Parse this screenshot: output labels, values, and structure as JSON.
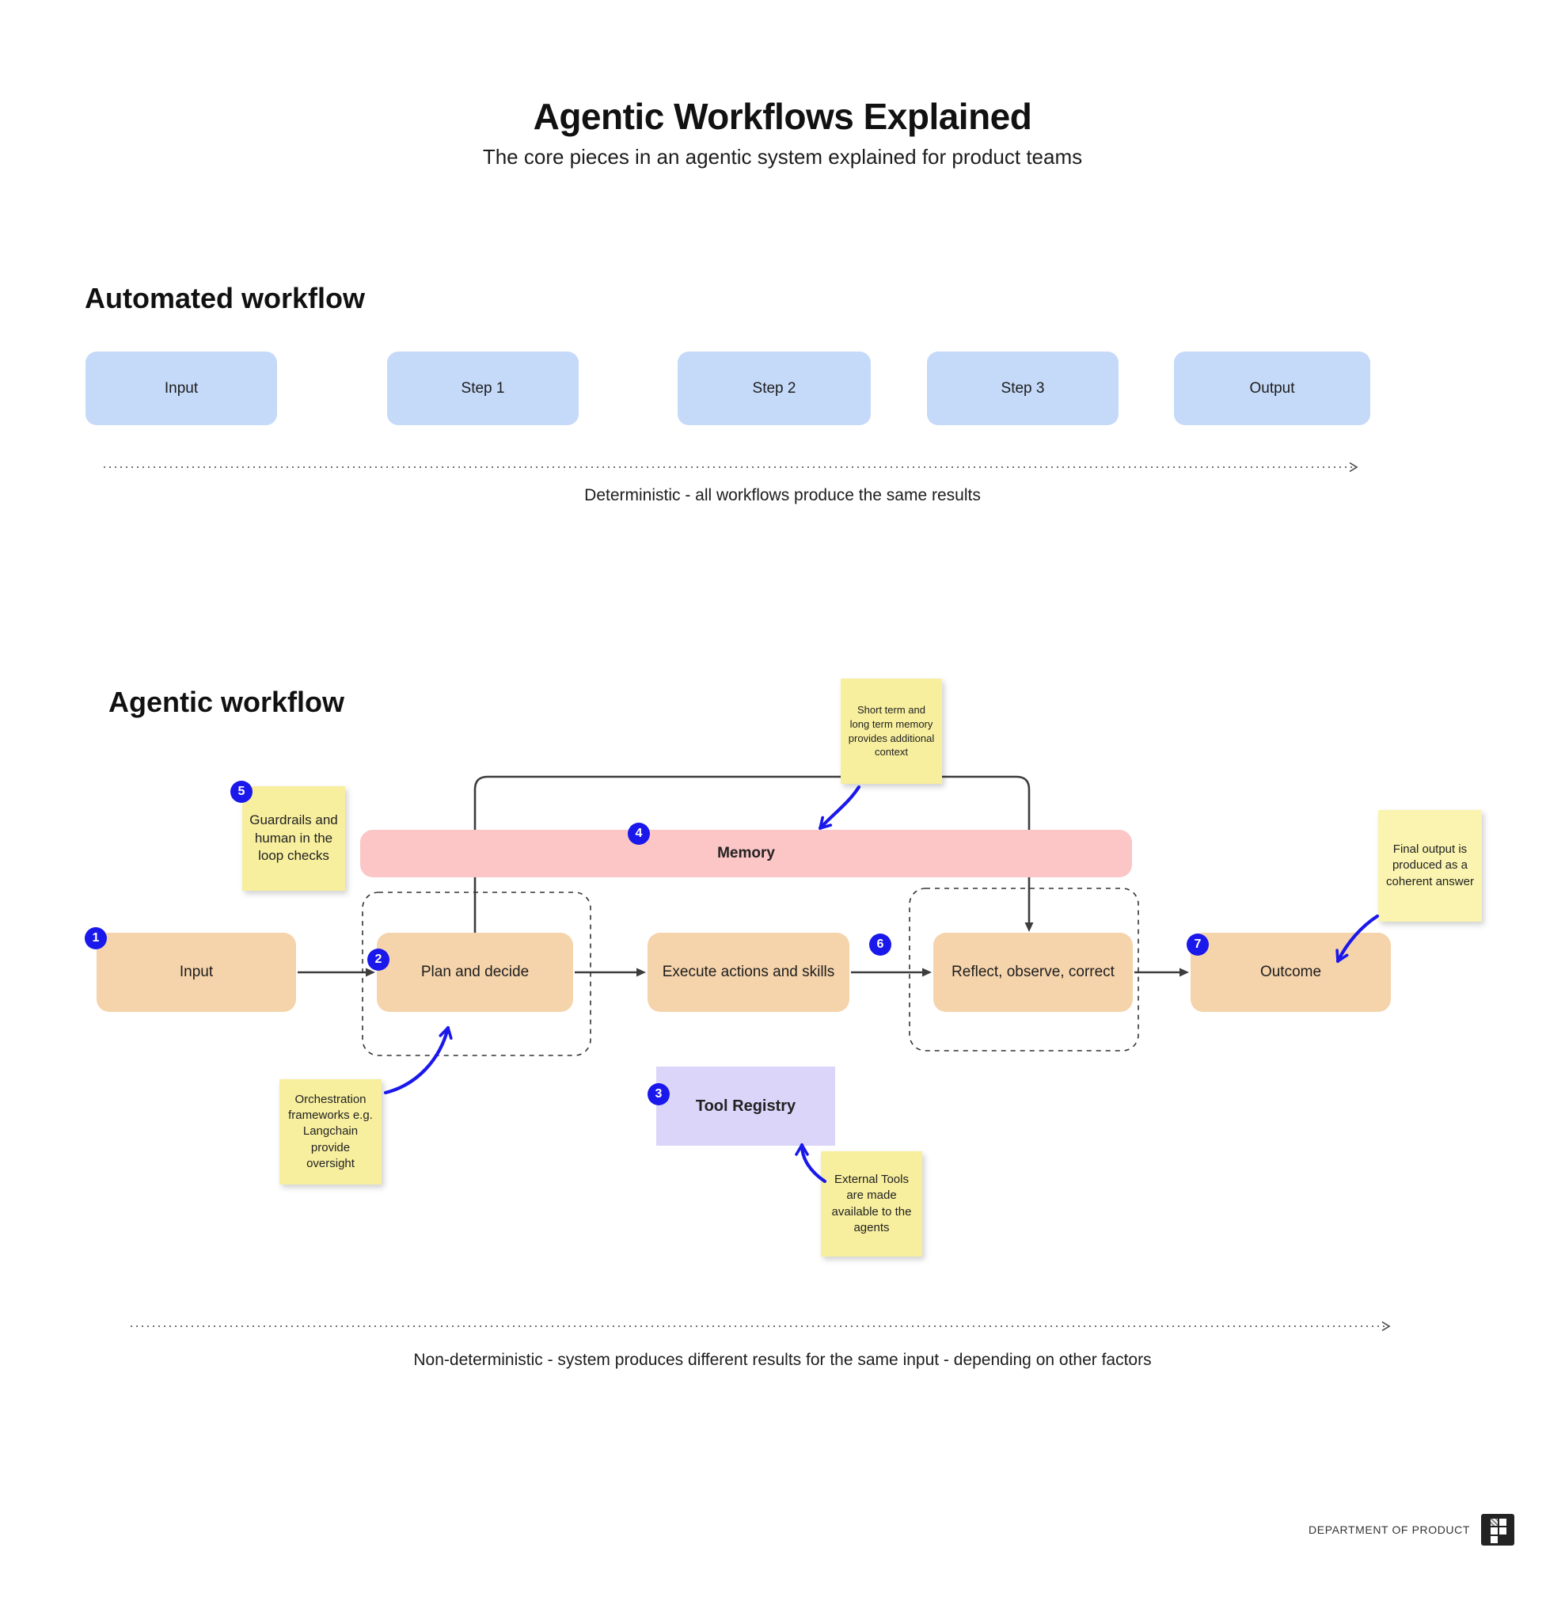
{
  "title": "Agentic Workflows Explained",
  "subtitle": "The core pieces in an agentic system explained for product teams",
  "automated": {
    "heading": "Automated workflow",
    "boxes": [
      "Input",
      "Step 1",
      "Step 2",
      "Step 3",
      "Output"
    ],
    "caption": "Deterministic - all workflows produce the same results"
  },
  "agentic": {
    "heading": "Agentic workflow",
    "boxes": [
      "Input",
      "Plan and decide",
      "Execute actions and skills",
      "Reflect, observe, correct",
      "Outcome"
    ],
    "memory_label": "Memory",
    "tool_registry_label": "Tool Registry",
    "caption": "Non-deterministic - system produces different results for the same input - depending on other factors"
  },
  "notes": {
    "guardrails": "Guardrails and human in the loop checks",
    "memory": "Short term and long term memory provides additional context",
    "orchestration": "Orchestration frameworks e.g. Langchain provide oversight",
    "external_tools": "External Tools are made available to the agents",
    "final_output": "Final output is produced as a coherent answer"
  },
  "badges": [
    "1",
    "2",
    "3",
    "4",
    "5",
    "6",
    "7"
  ],
  "footer": {
    "brand": "DEPARTMENT OF PRODUCT"
  },
  "colors": {
    "box_blue": "#C5D9F8",
    "box_orange": "#F5D3AB",
    "memory_pink": "#FCC5C6",
    "registry_purple": "#DBD5F9",
    "note_yellow": "#F7EF9E",
    "note_yellow_light": "#FAF4B0",
    "badge_blue": "#1A18EB",
    "arrow_blue": "#1A18EB",
    "line_dark": "#3D3D3D",
    "text_dark": "#1A1A1A"
  }
}
